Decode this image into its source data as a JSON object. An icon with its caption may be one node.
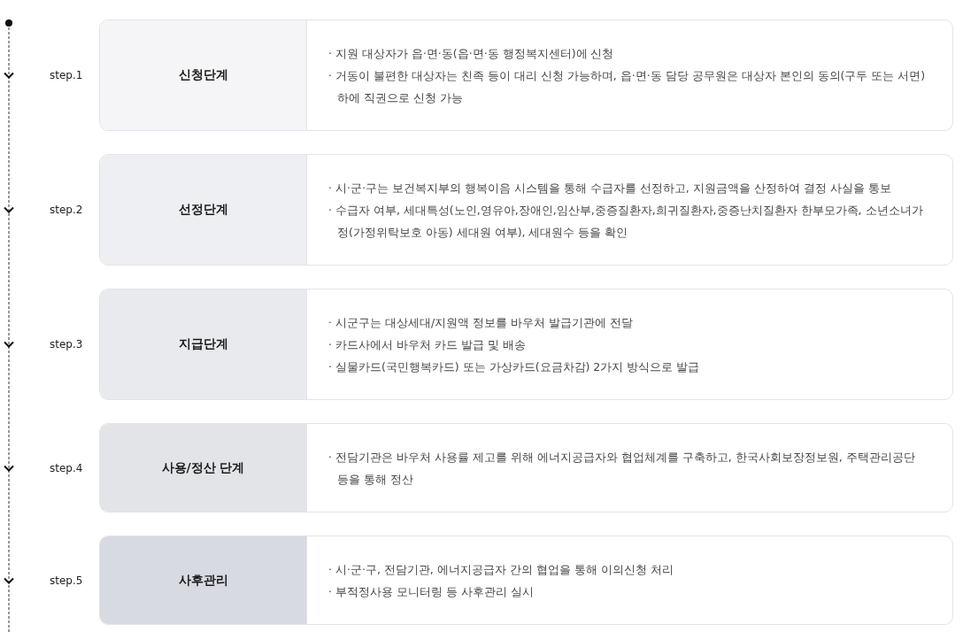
{
  "diagram": {
    "nodes": [
      {
        "text": [
          "신청단계",
          "· 지원 대상자가 읍·면·동(읍·면·동 행정복지센터)에 신청",
          "· 거동이 불편한 대상자는 친족 등이 대리 신청 가능하며, 읍·면·동 담당 공무원은 대상자 본인의 동의(구두 또는 서면) 하에 직권으로 신청 가능"
        ],
        "beside": [
          "step.1"
        ]
      },
      {
        "text": [
          "선정단계",
          "· 시·군·구는 보건복지부의 행복이음 시스템을 통해 수급자를 선정하고, 지원금액을 산정하여 결정 사실을 통보",
          "· 수급자 여부, 세대특성(노인,영유아,장애인,임산부,중증질환자,희귀질환자,중증난치질환자 한부모가족, 소년소녀가정(가정위탁보호 아동) 세대원 여부), 세대원수 등을 확인"
        ],
        "beside": [
          "step.2"
        ]
      },
      {
        "text": [
          "지급단계",
          "· 시군구는 대상세대/지원액 정보를 바우처 발급기관에 전달",
          "· 카드사에서 바우처 카드 발급 및 배송",
          "· 실물카드(국민행복카드) 또는 가상카드(요금차감) 2가지 방식으로 발급"
        ],
        "beside": [
          "step.3"
        ]
      },
      {
        "text": [
          "사용/정산 단계",
          "· 전담기관은 바우처 사용률 제고를 위해 에너지공급자와 협업체계를 구축하고, 한국사회보장정보원, 주택관리공단 등을 통해 정산"
        ],
        "beside": [
          "step.4"
        ]
      },
      {
        "text": [
          "사후관리",
          "· 시·군·구, 전담기관, 에너지공급자 간의 협업을 통해 이의신청 처리",
          "· 부적정사용 모니터링 등 사후관리 실시"
        ],
        "beside": [
          "step.5"
        ]
      }
    ]
  }
}
